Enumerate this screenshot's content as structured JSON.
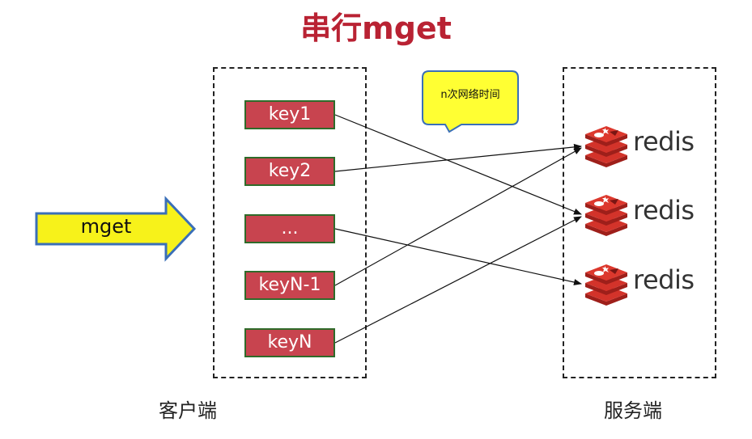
{
  "title": "串行mget",
  "callout": "n次网络时间",
  "command": "mget",
  "keys": [
    "key1",
    "key2",
    "...",
    "keyN-1",
    "keyN"
  ],
  "servers": [
    "redis",
    "redis",
    "redis"
  ],
  "client_label": "客户端",
  "server_label": "服务端",
  "colors": {
    "title": "#b92233",
    "key_fill": "#c8444f",
    "key_border": "#2f6b2a",
    "arrow_fill": "#f7f21a",
    "arrow_border": "#3a6fb8",
    "callout_fill": "#ffff33",
    "callout_border": "#3a6fb8",
    "redis_red": "#d3332a"
  },
  "icons": [
    "redis-logo-icon"
  ]
}
